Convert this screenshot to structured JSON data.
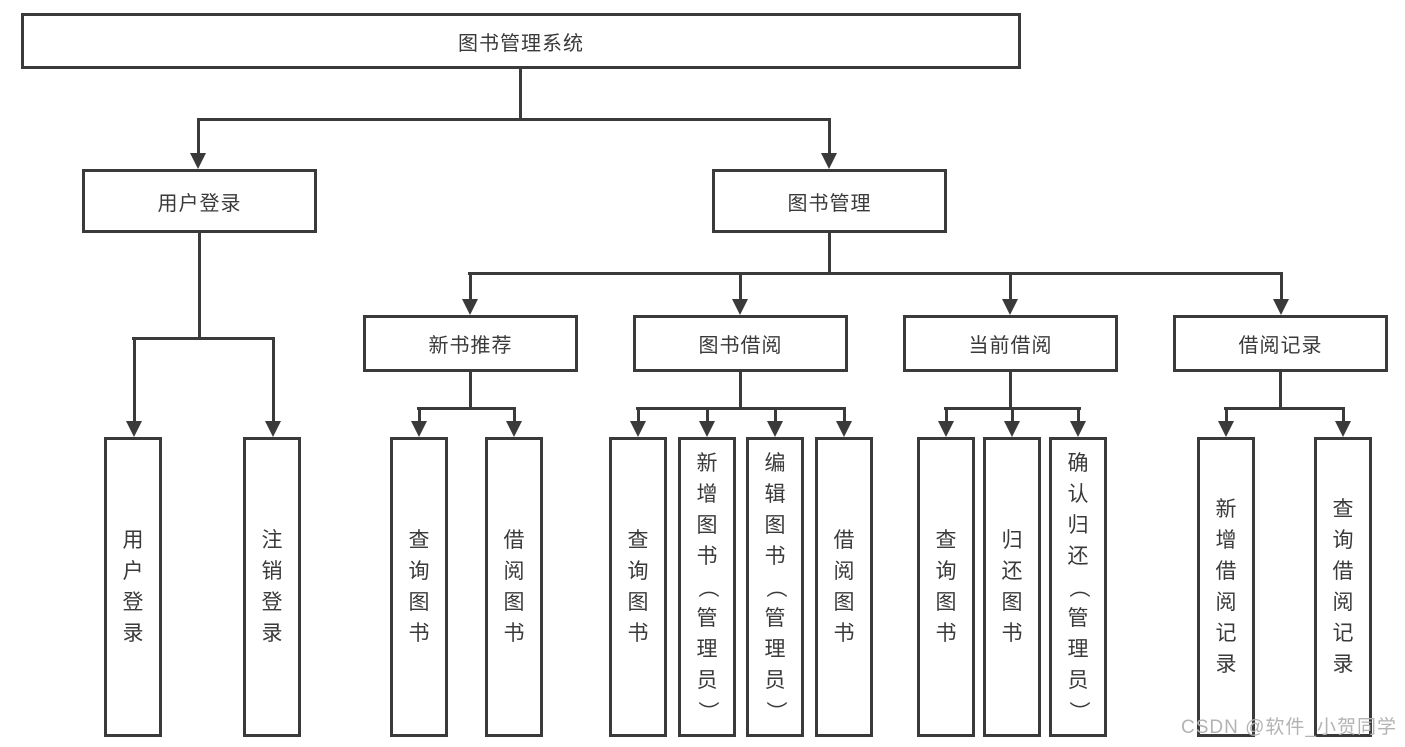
{
  "diagram": {
    "title": "图书管理系统",
    "root": {
      "label": "图书管理系统"
    },
    "user_login": {
      "label": "用户登录",
      "children": [
        "用户登录",
        "注销登录"
      ]
    },
    "book_management": {
      "label": "图书管理"
    },
    "new_book": {
      "label": "新书推荐",
      "children": [
        "查询图书",
        "借阅图书"
      ]
    },
    "borrow": {
      "label": "图书借阅",
      "children": [
        "查询图书",
        "新增图书（管理员）",
        "编辑图书（管理员）",
        "借阅图书"
      ]
    },
    "current": {
      "label": "当前借阅",
      "children": [
        "查询图书",
        "归还图书",
        "确认归还（管理员）"
      ]
    },
    "records": {
      "label": "借阅记录",
      "children": [
        "新增借阅记录",
        "查询借阅记录"
      ]
    }
  },
  "watermark": "CSDN @软件_小贺同学",
  "colors": {
    "line": "#3a3a3a",
    "text": "#3a3a3a",
    "watermark": "#b3b3b3",
    "background": "#ffffff"
  }
}
